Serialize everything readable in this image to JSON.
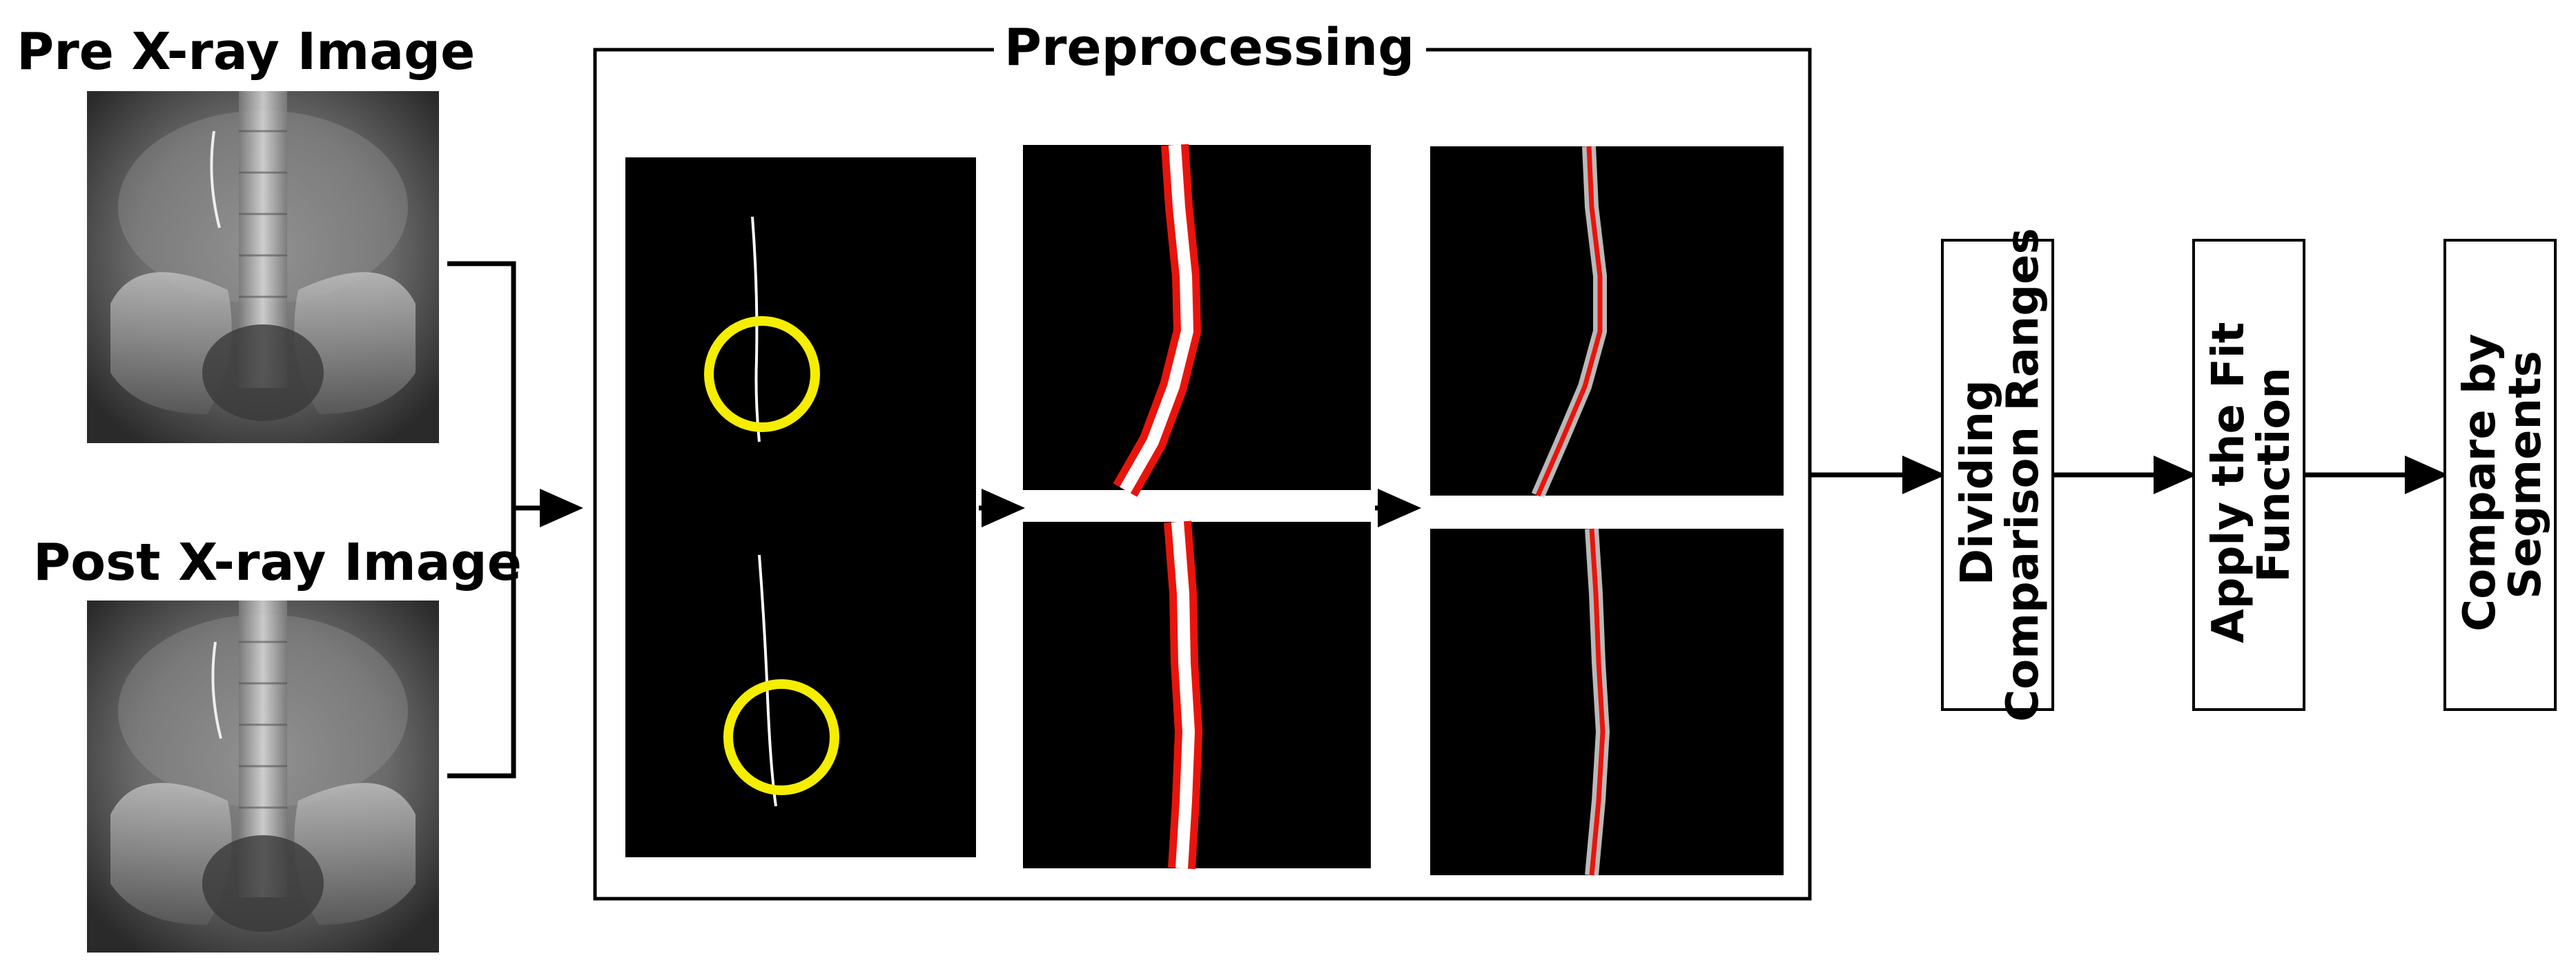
{
  "inputs": {
    "pre_title": "Pre X-ray Image",
    "post_title": "Post X-ray Image"
  },
  "preprocessing": {
    "title": "Preprocessing"
  },
  "steps": [
    {
      "label_line1": "Dividing",
      "label_line2": "Comparison Ranges"
    },
    {
      "label_line1": "Apply the Fit",
      "label_line2": "Function"
    },
    {
      "label_line1": "Compare by",
      "label_line2": "Segments"
    }
  ],
  "colors": {
    "highlight_circle": "#f5ee00",
    "wire_outline": "#e8140c",
    "wire_core": "#ffffff",
    "panel_background": "#000000",
    "arrow": "#000000"
  }
}
